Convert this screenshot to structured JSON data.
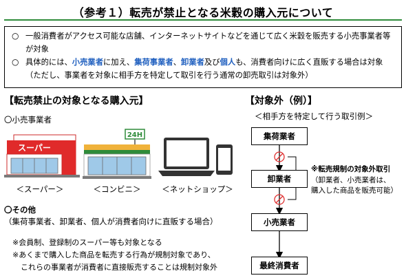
{
  "title": "（参考１）転売が禁止となる米穀の購入元について",
  "info": {
    "bullet_marker": "○",
    "b1": "一般消費者がアクセス可能な店舗、インターネットサイトなどを通じて広く米穀を販売する小売事業者等が対象",
    "b2": {
      "p1": "具体的には、",
      "k1": "小売業者",
      "p2": "に加え、",
      "k2": "集荷事業者",
      "p3": "、",
      "k3": "卸業者",
      "p4": "及び",
      "k4": "個人",
      "p5": "も、消費者向けに広く直販する場合は対象（ただし、事業者を対象に相手方を特定して取引を行う通常の卸売取引は対象外）"
    }
  },
  "left": {
    "header": "【転売禁止の対象となる購入元】",
    "retail_label": "〇小売事業者",
    "supermarket_sign": "スーパー",
    "konbini_sign": "24H",
    "captions": [
      "＜スーパー＞",
      "＜コンビニ＞",
      "＜ネットショップ＞"
    ],
    "other_label": "〇その他",
    "other_desc": "（集荷事業者、卸業者、個人が消費者向けに直販する場合）",
    "note1": "※会員制、登録制のスーパー等も対象となる",
    "note2": "※あくまで購入した商品を転売する行為が規制対象であり、",
    "note3": "これらの事業者が消費者に直接販売することは規制対象外"
  },
  "right": {
    "header": "【対象外（例）】",
    "subheader": "＜相手方を特定して行う取引例＞",
    "flow": [
      "集荷業者",
      "卸業者",
      "小売業者",
      "最終消費者"
    ],
    "note_title": "※転売規制の対象外取引",
    "note_l1": "（卸業者、小売業者は、",
    "note_l2": "購入した商品を販売可能）"
  },
  "colors": {
    "accent_green": "#2e8b3a",
    "keyword_blue": "#1f5fbf",
    "prohibit_red": "#e03030",
    "store_red": "#e02a2a"
  }
}
